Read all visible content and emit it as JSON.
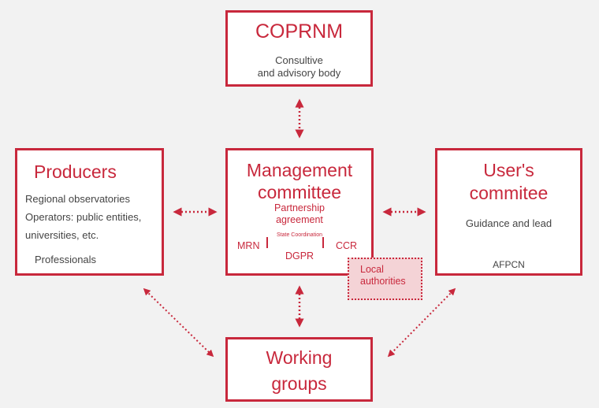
{
  "coprnm": {
    "title": "COPRNM",
    "desc_line1": "Consultive",
    "desc_line2": "and advisory body"
  },
  "producers": {
    "title": "Producers",
    "lines": [
      "Regional observatories",
      "Operators: public entities,",
      "universities, etc.",
      "Professionals"
    ]
  },
  "management": {
    "title_line1": "Management",
    "title_line2": "committee",
    "partnership_line1": "Partnership",
    "partnership_line2": "agreement",
    "state_coordination": "State Coordination",
    "mrn": "MRN",
    "ccr": "CCR",
    "dgpr": "DGPR"
  },
  "users": {
    "title_line1": "User's",
    "title_line2": "commitee",
    "desc": "Guidance and lead",
    "afpcn": "AFPCN"
  },
  "local_authorities": {
    "line1": "Local",
    "line2": "authorities"
  },
  "working_groups": {
    "title_line1": "Working",
    "title_line2": "groups"
  },
  "colors": {
    "accent": "#c8283c",
    "background": "#f2f2f2",
    "local_fill": "#f4d3d6"
  }
}
